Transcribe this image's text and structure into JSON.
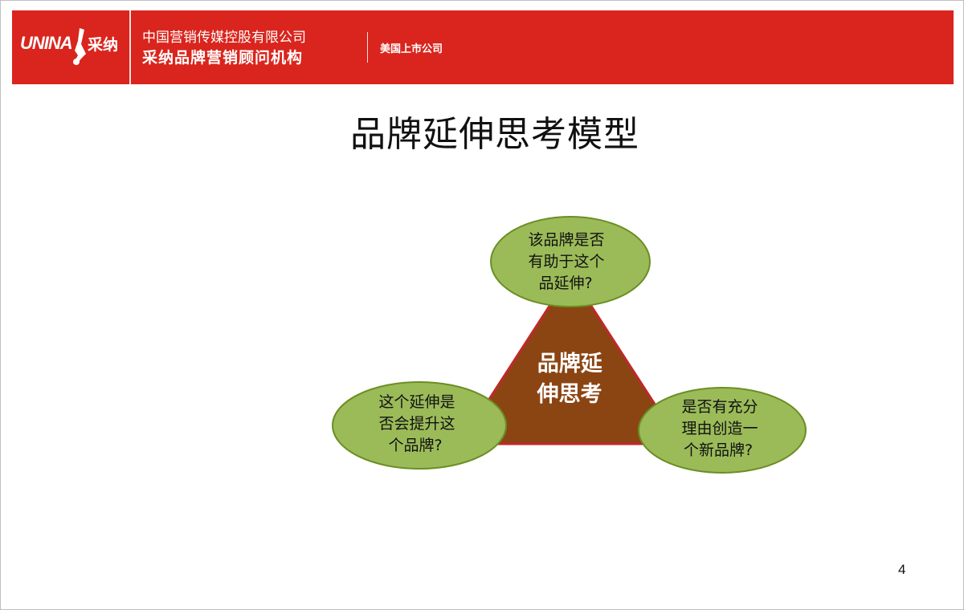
{
  "header": {
    "logo_latin": "UNINA",
    "logo_cn": "采纳",
    "company_line1": "中国营销传媒控股有限公司",
    "company_line2": "采纳品牌营销顾问机构",
    "listed": "美国上市公司",
    "color": "#d9251d"
  },
  "title": "品牌延伸思考模型",
  "diagram": {
    "center": {
      "lines": [
        "品牌延",
        "伸思考"
      ],
      "fill": "#8b4513",
      "stroke": "#c0282a"
    },
    "nodes": [
      {
        "id": "top",
        "lines": [
          "该品牌是否",
          "有助于这个",
          "品延伸?"
        ]
      },
      {
        "id": "left",
        "lines": [
          "这个延伸是",
          "否会提升这",
          "个品牌?"
        ]
      },
      {
        "id": "right",
        "lines": [
          "是否有充分",
          "理由创造一",
          "个新品牌?"
        ]
      }
    ],
    "node_fill": "#9bbb59",
    "node_stroke": "#6b8e23"
  },
  "page_number": "4"
}
